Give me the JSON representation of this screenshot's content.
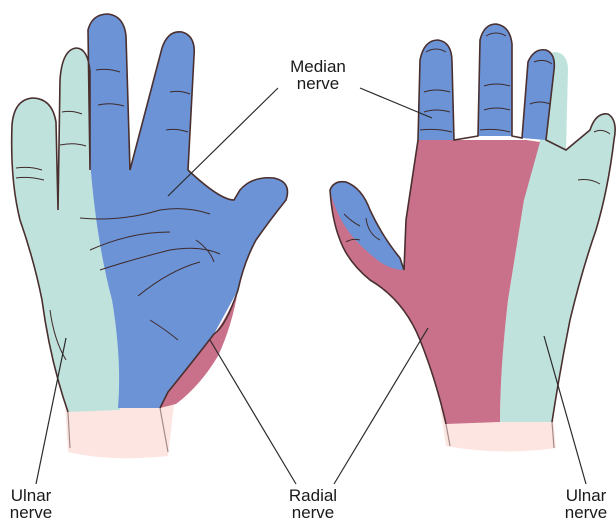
{
  "labels": {
    "median": {
      "line1": "Median",
      "line2": "nerve"
    },
    "radial": {
      "line1": "Radial",
      "line2": "nerve"
    },
    "ulnar_left": {
      "line1": "Ulnar",
      "line2": "nerve"
    },
    "ulnar_right": {
      "line1": "Ulnar",
      "line2": "nerve"
    }
  },
  "colors": {
    "median": "#6b93d6",
    "radial": "#c9708a",
    "ulnar": "#bfe3dc",
    "wrist": "#fde6e2",
    "outline": "#4a2f2f",
    "leader_line": "#2b2b2b"
  }
}
